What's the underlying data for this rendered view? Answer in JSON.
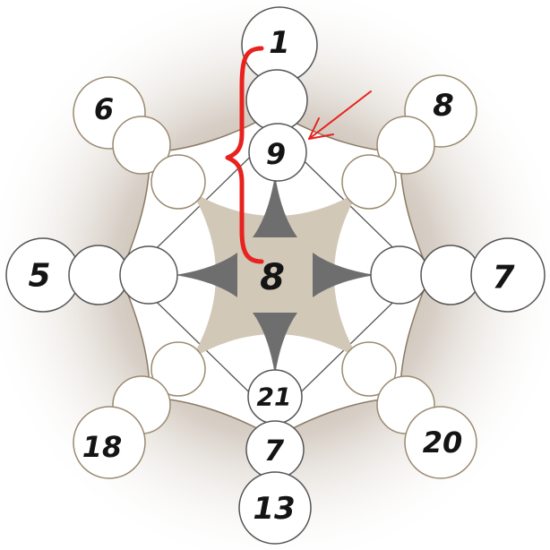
{
  "puzzle": {
    "center_number": "8",
    "numbers": {
      "top_outer": "1",
      "top_inner": "9",
      "upper_left_outer": "6",
      "upper_right_outer": "8",
      "left_outer": "5",
      "right_outer": "7",
      "bottom_inner": "21",
      "bottom_middle": "7",
      "bottom_outer": "13",
      "lower_left_outer": "18",
      "lower_right_outer": "20"
    }
  },
  "colors": {
    "tan": "#d2c8b8",
    "dark_gray": "#6e6e6e",
    "circle_edge_gray": "#555555",
    "circle_edge_tan": "#9a8a70",
    "annotation_red": "#e8221e"
  }
}
